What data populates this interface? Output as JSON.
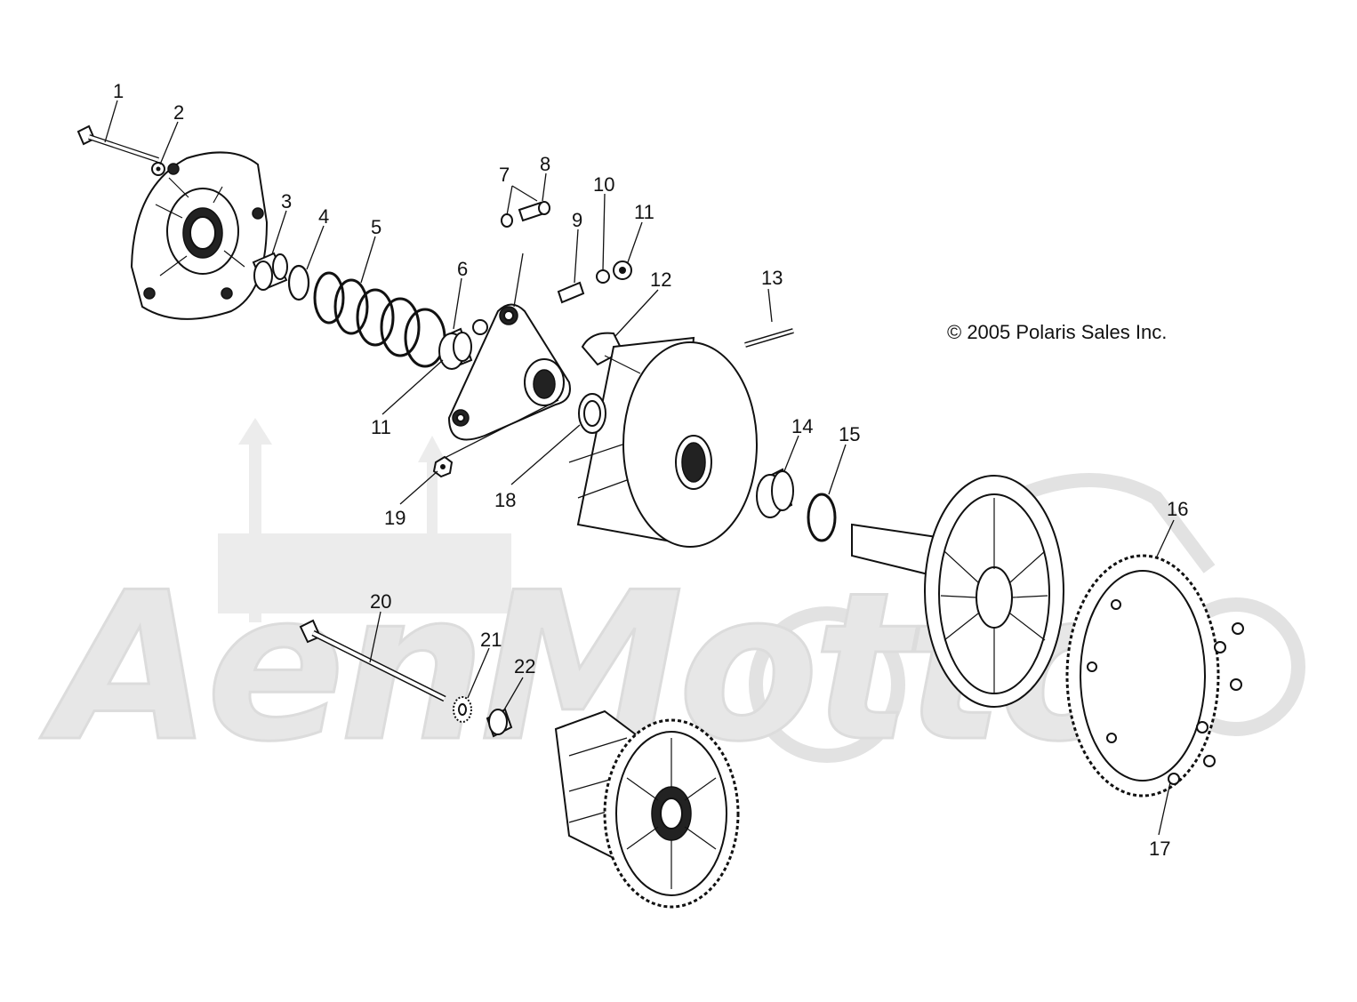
{
  "copyright": "© 2005 Polaris Sales Inc.",
  "watermark": "AenMotto",
  "callouts": [
    "1",
    "2",
    "3",
    "4",
    "5",
    "6",
    "7",
    "8",
    "9",
    "10",
    "11",
    "11",
    "12",
    "13",
    "14",
    "15",
    "16",
    "17",
    "18",
    "19",
    "20",
    "21",
    "22"
  ]
}
